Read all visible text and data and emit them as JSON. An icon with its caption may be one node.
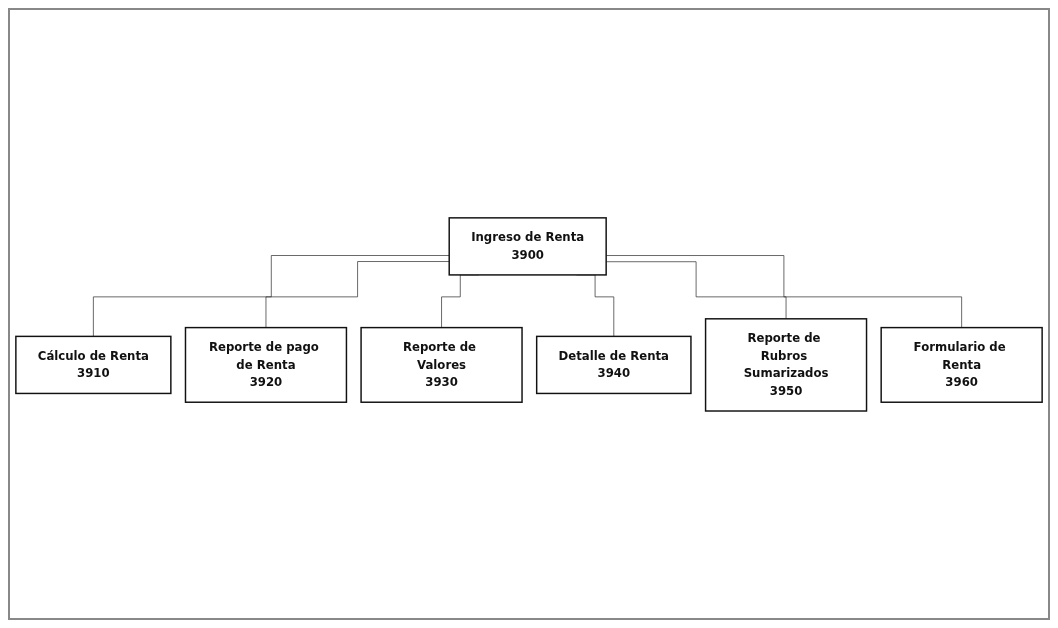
{
  "diagram": {
    "nodes": [
      {
        "text": [
          "Ingreso de Renta",
          "3900"
        ]
      },
      {
        "text": [
          "Cálculo de Renta",
          "3910"
        ]
      },
      {
        "text": [
          "Reporte de pago de Renta",
          "3920"
        ]
      },
      {
        "text": [
          "Reporte de Valores",
          "3930"
        ]
      },
      {
        "text": [
          "Detalle de Renta",
          "3940"
        ]
      },
      {
        "text": [
          "Reporte de Rubros Sumarizados",
          "3950"
        ]
      },
      {
        "text": [
          "Formulario de Renta",
          "3960"
        ]
      }
    ],
    "edges": [
      {
        "from": 0,
        "to": 1,
        "arrow": "none"
      },
      {
        "from": 0,
        "to": 2,
        "arrow": "none"
      },
      {
        "from": 0,
        "to": 3,
        "arrow": "none"
      },
      {
        "from": 0,
        "to": 4,
        "arrow": "none"
      },
      {
        "from": 0,
        "to": 5,
        "arrow": "none"
      },
      {
        "from": 0,
        "to": 6,
        "arrow": "none"
      }
    ]
  }
}
